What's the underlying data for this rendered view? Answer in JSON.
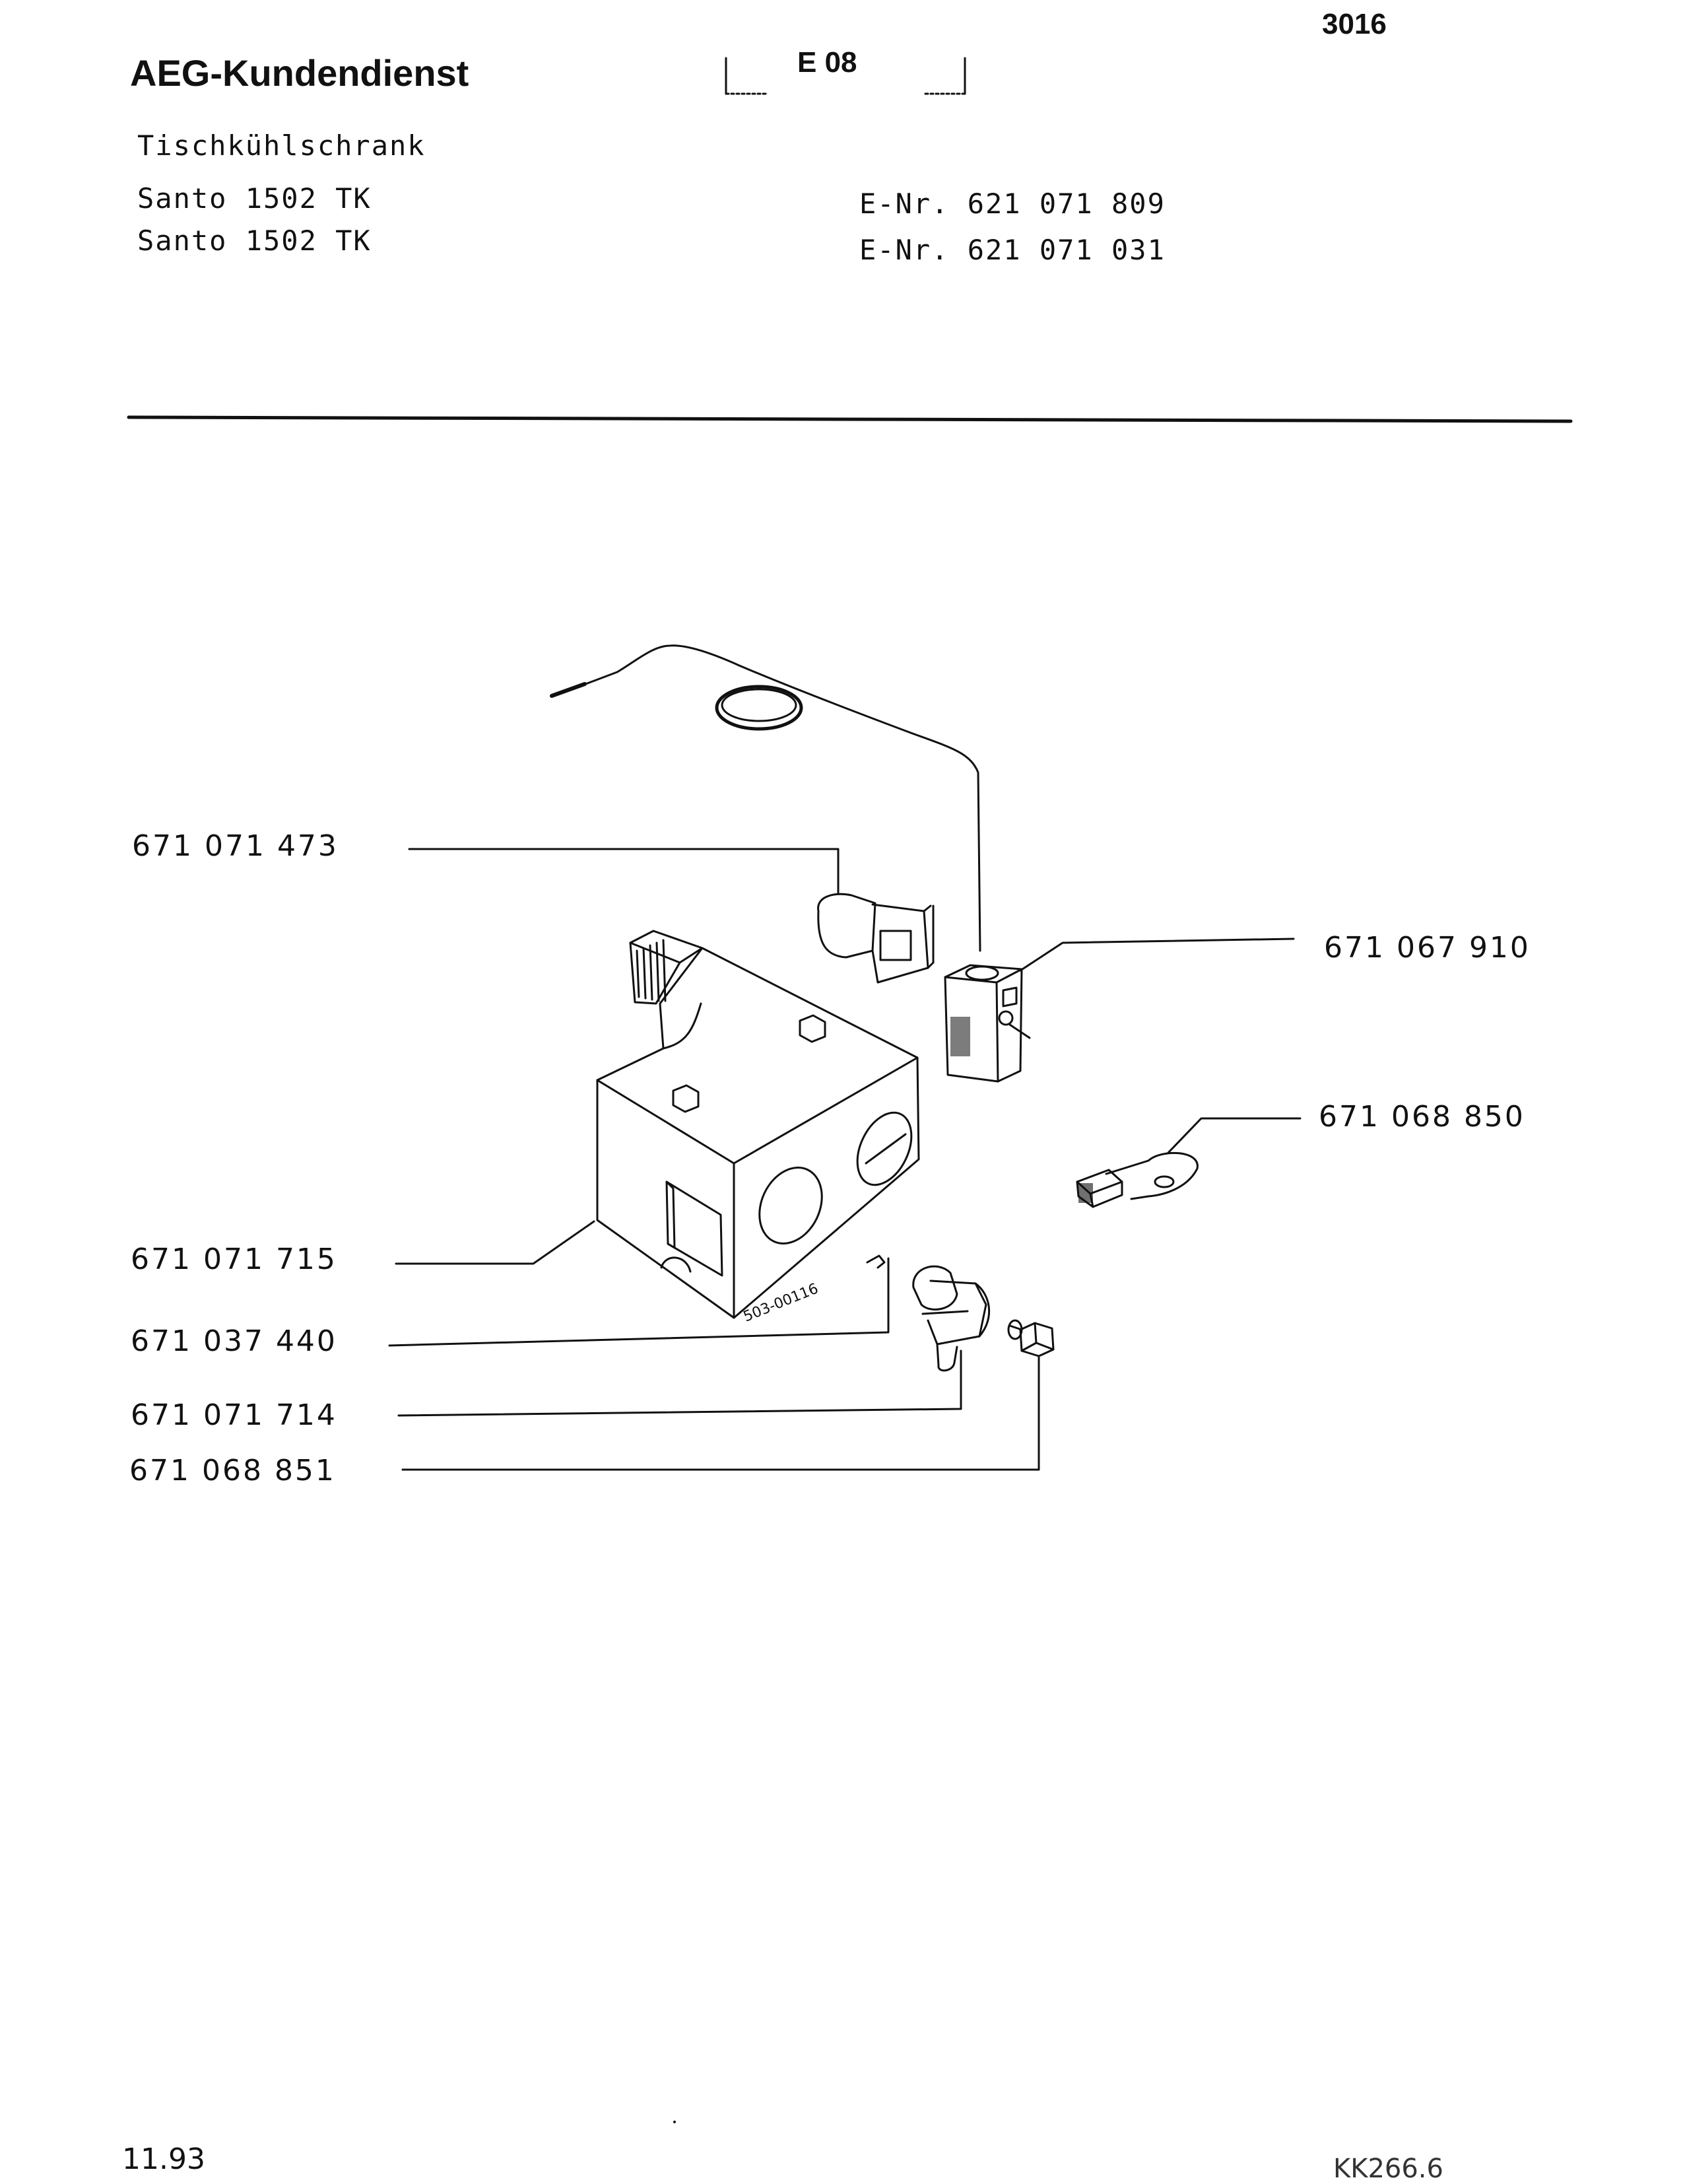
{
  "header": {
    "brand": "AEG-Kundendienst",
    "section": "E 08",
    "page_number": "3016"
  },
  "product": {
    "category": "Tischkühlschrank",
    "models": [
      {
        "name": "Santo 1502 TK",
        "enr": "E-Nr. 621 071 809"
      },
      {
        "name": "Santo 1502 TK",
        "enr": "E-Nr. 621 071 031"
      }
    ]
  },
  "parts": [
    {
      "id": "thermostat-knob-holder",
      "number": "671 071 473"
    },
    {
      "id": "thermostat",
      "number": "671 067 910"
    },
    {
      "id": "light-switch-button",
      "number": "671 068 850"
    },
    {
      "id": "switch-housing",
      "number": "671 071 715"
    },
    {
      "id": "spring-clip",
      "number": "671 037 440"
    },
    {
      "id": "lamp-holder",
      "number": "671 071 714"
    },
    {
      "id": "pushbutton",
      "number": "671 068 851"
    }
  ],
  "drawing_code": "503-00116",
  "footer": {
    "date": "11.93",
    "code": "KK266.6"
  }
}
